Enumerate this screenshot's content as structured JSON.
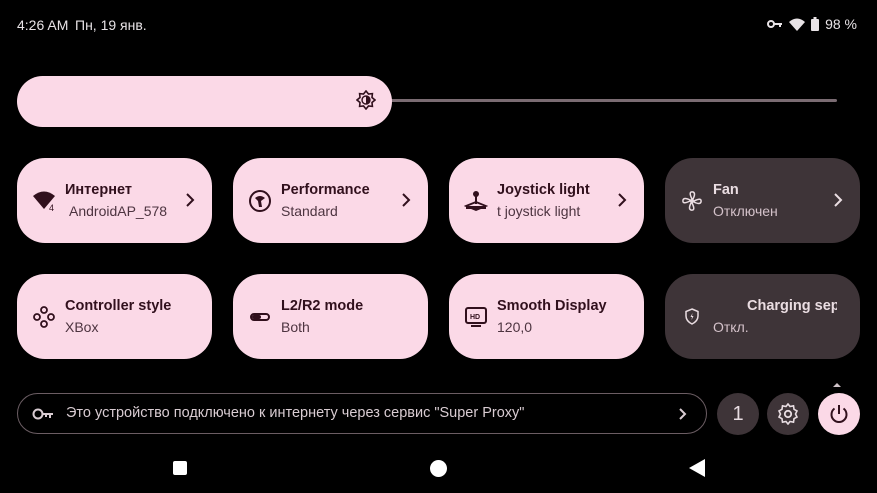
{
  "status_bar": {
    "time": "4:26 AM",
    "date": "Пн, 19 янв.",
    "battery": "98 %",
    "icons": [
      "vpn-key-icon",
      "wifi-icon",
      "battery-icon"
    ]
  },
  "brightness": {
    "level": 0.41,
    "icon": "brightness-icon"
  },
  "tiles": [
    {
      "title": "Интернет",
      "subtitle": "AndroidAP_578",
      "state": "on",
      "icon": "wifi-icon",
      "has_chevron": true
    },
    {
      "title": "Performance",
      "subtitle": "Standard",
      "state": "on",
      "icon": "performance-icon",
      "has_chevron": true
    },
    {
      "title": "Joystick light",
      "subtitle": "t joystick light",
      "state": "on",
      "icon": "joystick-icon",
      "has_chevron": true
    },
    {
      "title": "Fan",
      "subtitle": "Отключен",
      "state": "off",
      "icon": "fan-icon",
      "has_chevron": true
    },
    {
      "title": "Controller style",
      "subtitle": "XBox",
      "state": "on",
      "icon": "gamepad-icon",
      "has_chevron": false
    },
    {
      "title": "L2/R2 mode",
      "subtitle": "Both",
      "state": "on",
      "icon": "trigger-icon",
      "has_chevron": false
    },
    {
      "title": "Smooth Display",
      "subtitle": "120,0",
      "state": "on",
      "icon": "hd-display-icon",
      "has_chevron": false
    },
    {
      "title": "Charging sep",
      "subtitle": "Откл.",
      "state": "off",
      "icon": "charging-shield-icon",
      "has_chevron": false
    }
  ],
  "proxy_notice": {
    "text": "Это устройство подключено к интернету через сервис \"Super Proxy\"",
    "icon": "key-icon"
  },
  "footer_buttons": {
    "user_count": "1",
    "settings_icon": "gear-icon",
    "power_icon": "power-icon"
  },
  "colors": {
    "tile_on": "#fbd9e7",
    "tile_off": "#3e3438",
    "background": "#000000"
  }
}
